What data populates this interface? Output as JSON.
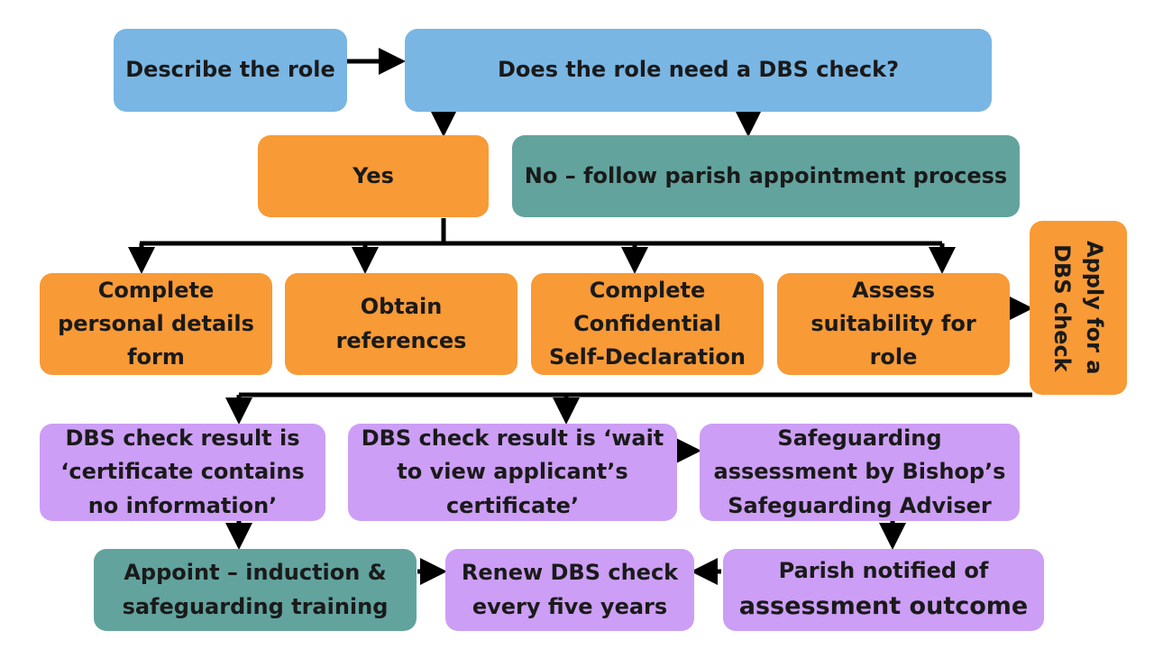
{
  "nodes": {
    "describe": "Describe the role",
    "question": "Does the role need a DBS check?",
    "yes": "Yes",
    "no": "No – follow parish appointment process",
    "personal_1": "Complete",
    "personal_2": "personal details",
    "personal_3": "form",
    "references_1": "Obtain",
    "references_2": "references",
    "self_1": "Complete",
    "self_2": "Confidential",
    "self_3": "Self-Declaration",
    "assess_1": "Assess",
    "assess_2": "suitability for",
    "assess_3": "role",
    "apply": "Apply for a DBS check",
    "noinfo_1": "DBS check result is",
    "noinfo_2": "‘certificate contains",
    "noinfo_3": "no information’",
    "wait_1": "DBS check result is ‘wait",
    "wait_2": "to view applicant’s",
    "wait_3": "certificate’",
    "safeguard_1": "Safeguarding",
    "safeguard_2": "assessment by Bishop’s",
    "safeguard_3": "Safeguarding Adviser",
    "appoint_1": "Appoint – induction &",
    "appoint_2": "safeguarding training",
    "renew_1": "Renew DBS check",
    "renew_2": "every five years",
    "parish_1": "Parish notified of",
    "parish_2": "assessment outcome"
  },
  "colors": {
    "blue": "#79b6e4",
    "orange": "#f89a36",
    "teal": "#62a39e",
    "purple": "#cc9ef5",
    "line": "#000000"
  }
}
